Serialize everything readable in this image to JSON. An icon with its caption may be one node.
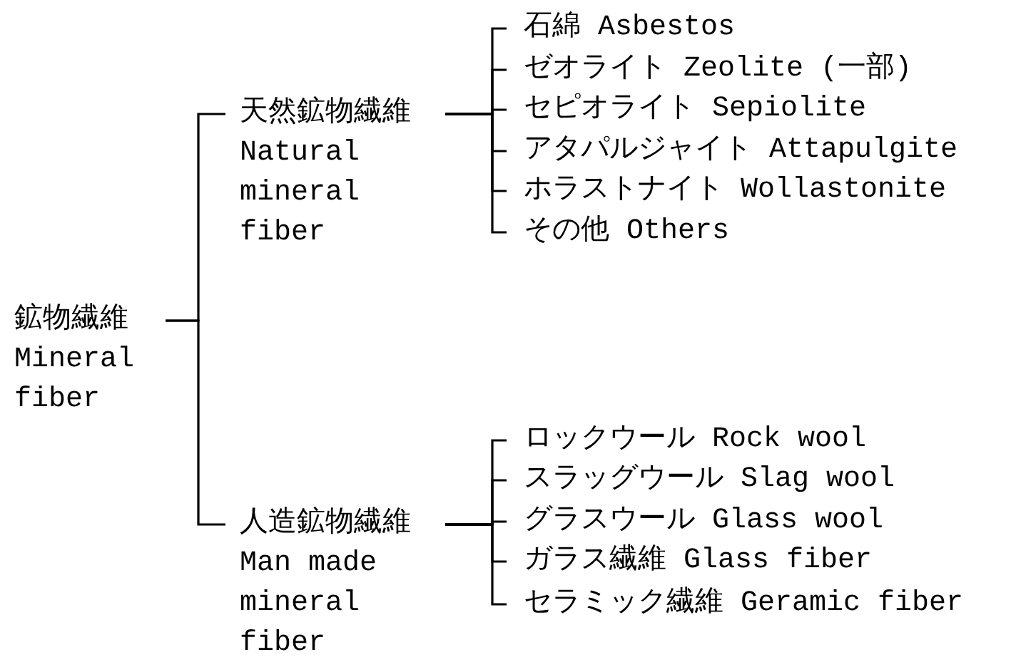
{
  "diagram": {
    "nodes": [
      {
        "text": [
          "鉱物繊維",
          "Mineral fiber"
        ]
      },
      {
        "text": [
          "天然鉱物繊維",
          "Natural mineral fiber"
        ]
      },
      {
        "text": [
          "人造鉱物繊維",
          "Man made mineral fiber"
        ]
      },
      {
        "text": [
          "石綿 Asbestos"
        ]
      },
      {
        "text": [
          "ゼオライト Zeolite (一部)"
        ]
      },
      {
        "text": [
          "セピオライト Sepiolite"
        ]
      },
      {
        "text": [
          "アタパルジャイト Attapulgite"
        ]
      },
      {
        "text": [
          "ホラストナイト Wollastonite"
        ]
      },
      {
        "text": [
          "その他 Others"
        ]
      },
      {
        "text": [
          "ロックウール Rock wool"
        ]
      },
      {
        "text": [
          "スラッグウール Slag wool"
        ]
      },
      {
        "text": [
          "グラスウール Glass wool"
        ]
      },
      {
        "text": [
          "ガラス繊維 Glass fiber"
        ]
      },
      {
        "text": [
          "セラミック繊維 Geramic fiber"
        ]
      }
    ],
    "edges": [
      {
        "from": 0,
        "to": 1,
        "arrow": "none"
      },
      {
        "from": 0,
        "to": 2,
        "arrow": "none"
      },
      {
        "from": 1,
        "to": 3,
        "arrow": "none"
      },
      {
        "from": 1,
        "to": 4,
        "arrow": "none"
      },
      {
        "from": 1,
        "to": 5,
        "arrow": "none"
      },
      {
        "from": 1,
        "to": 6,
        "arrow": "none"
      },
      {
        "from": 1,
        "to": 7,
        "arrow": "none"
      },
      {
        "from": 1,
        "to": 8,
        "arrow": "none"
      },
      {
        "from": 2,
        "to": 9,
        "arrow": "none"
      },
      {
        "from": 2,
        "to": 10,
        "arrow": "none"
      },
      {
        "from": 2,
        "to": 11,
        "arrow": "none"
      },
      {
        "from": 2,
        "to": 12,
        "arrow": "none"
      },
      {
        "from": 2,
        "to": 13,
        "arrow": "none"
      }
    ]
  }
}
